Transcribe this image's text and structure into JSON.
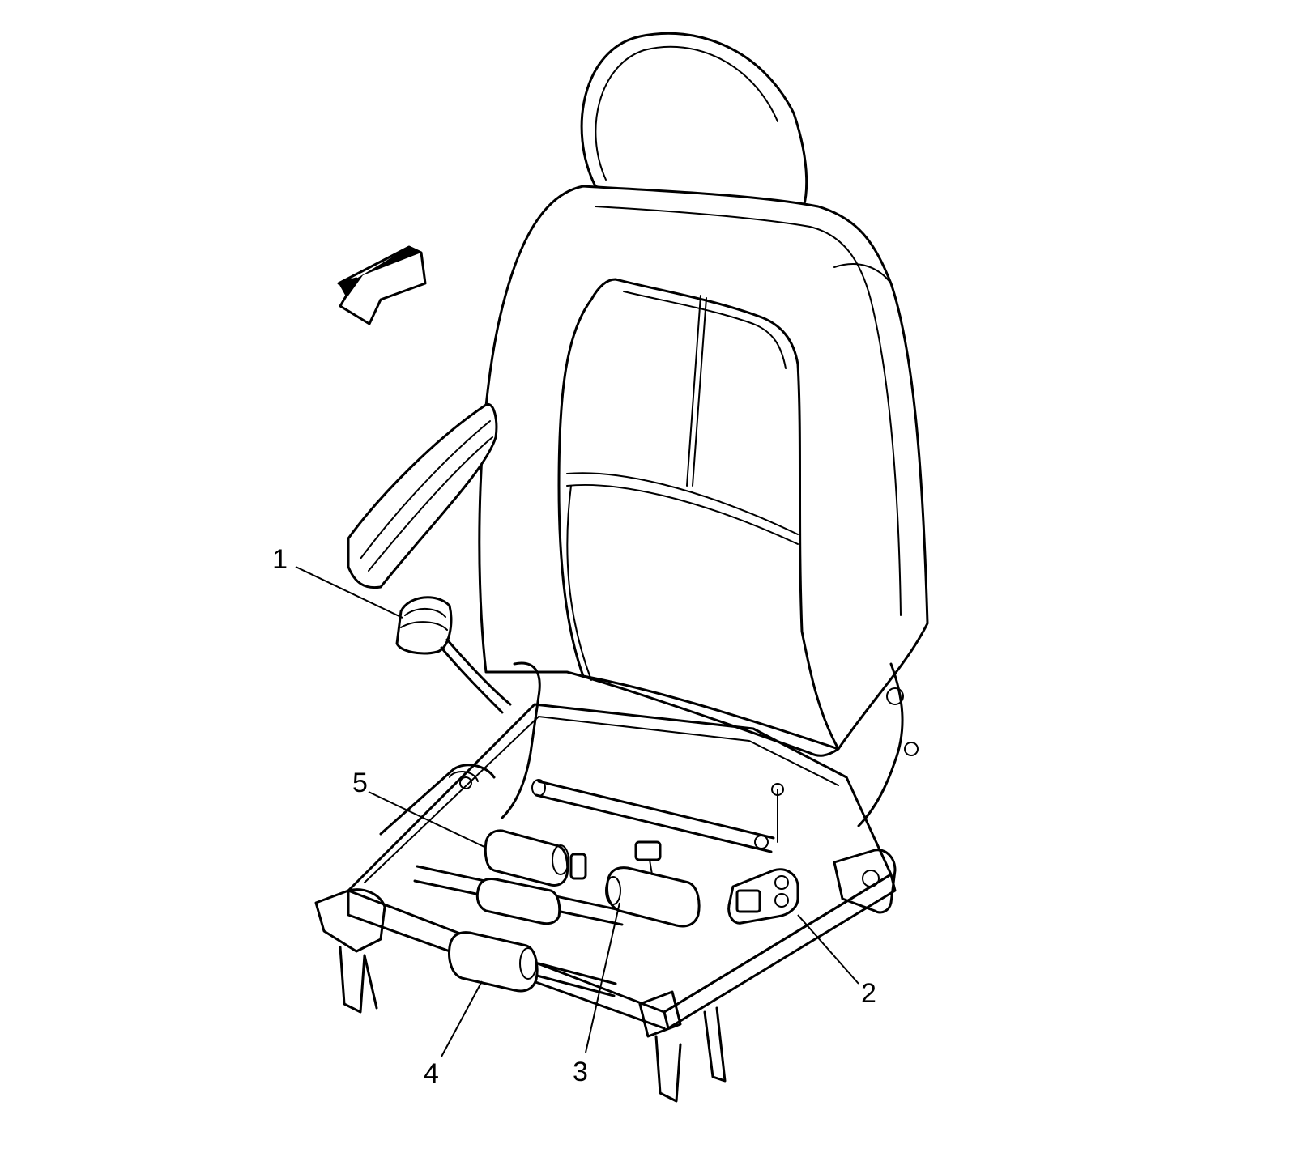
{
  "diagram": {
    "callouts": [
      {
        "id": "1",
        "label": "1"
      },
      {
        "id": "2",
        "label": "2"
      },
      {
        "id": "3",
        "label": "3"
      },
      {
        "id": "4",
        "label": "4"
      },
      {
        "id": "5",
        "label": "5"
      }
    ],
    "icons": {
      "direction_arrow": "front-direction-arrow-icon",
      "seat": "power-seat-assembly-icon"
    },
    "colors": {
      "line": "#000000",
      "background": "#ffffff"
    }
  }
}
